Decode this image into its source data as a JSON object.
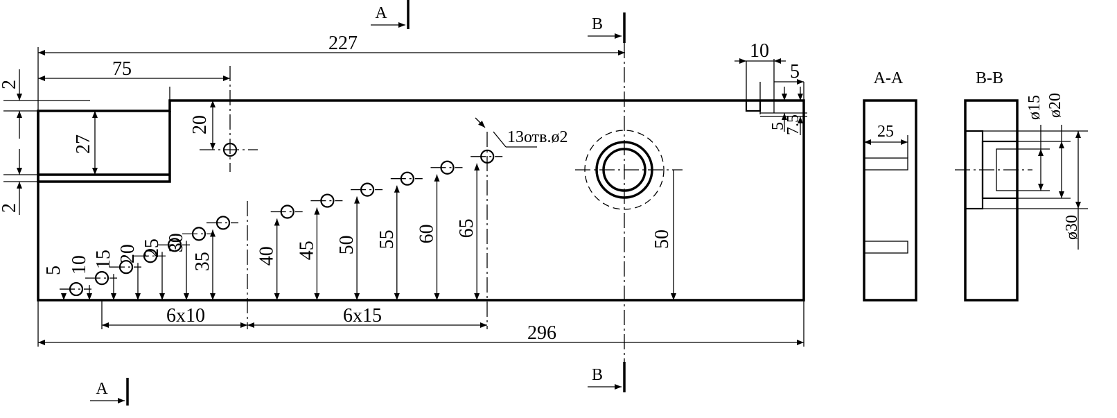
{
  "colors": {
    "ink": "#000000",
    "paper": "#ffffff"
  },
  "section_markers": {
    "a": "A",
    "b": "B"
  },
  "dims": {
    "overall_length": "296",
    "to_section_b": "227",
    "slot_offset": "75",
    "edge_top": "2",
    "slot_depth": "27",
    "edge_bottom": "2",
    "hole_drop": "20",
    "step_width": "10",
    "step_inset": "5",
    "step_small": "5",
    "step_depth": "7.5",
    "right_hole_height": "50",
    "pitch_10": "6x10",
    "pitch_15": "6x15",
    "holes_note": "13отв.ø2",
    "hole_heights": [
      "5",
      "10",
      "15",
      "20",
      "25",
      "30",
      "35",
      "40",
      "45",
      "50",
      "55",
      "60",
      "65"
    ]
  },
  "views": {
    "section_aa": {
      "title": "A-A",
      "width": "25"
    },
    "section_bb": {
      "title": "B-B",
      "d1": "ø15",
      "d2": "ø20",
      "d3": "ø30"
    }
  }
}
